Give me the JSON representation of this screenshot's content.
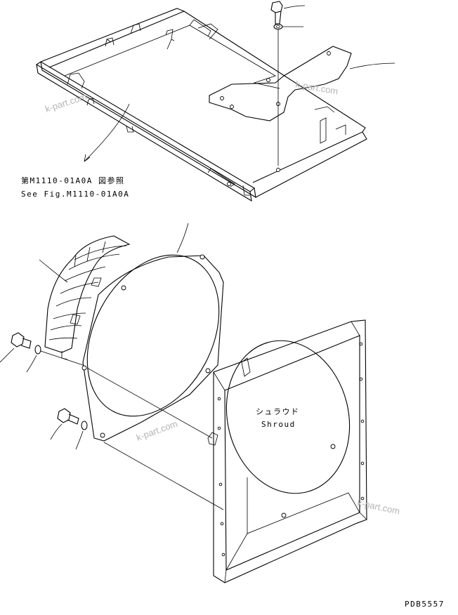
{
  "diagram": {
    "reference": {
      "jp": "第M1110-01A0A 図参照",
      "en": "See Fig.M1110-01A0A"
    },
    "shroud_label": {
      "jp": "シュラウド",
      "en": "Shroud"
    },
    "watermarks": [
      "k-part.com",
      "k-part.com",
      "k-part.com",
      "k-part.com"
    ],
    "page_code": "PDB5557"
  }
}
